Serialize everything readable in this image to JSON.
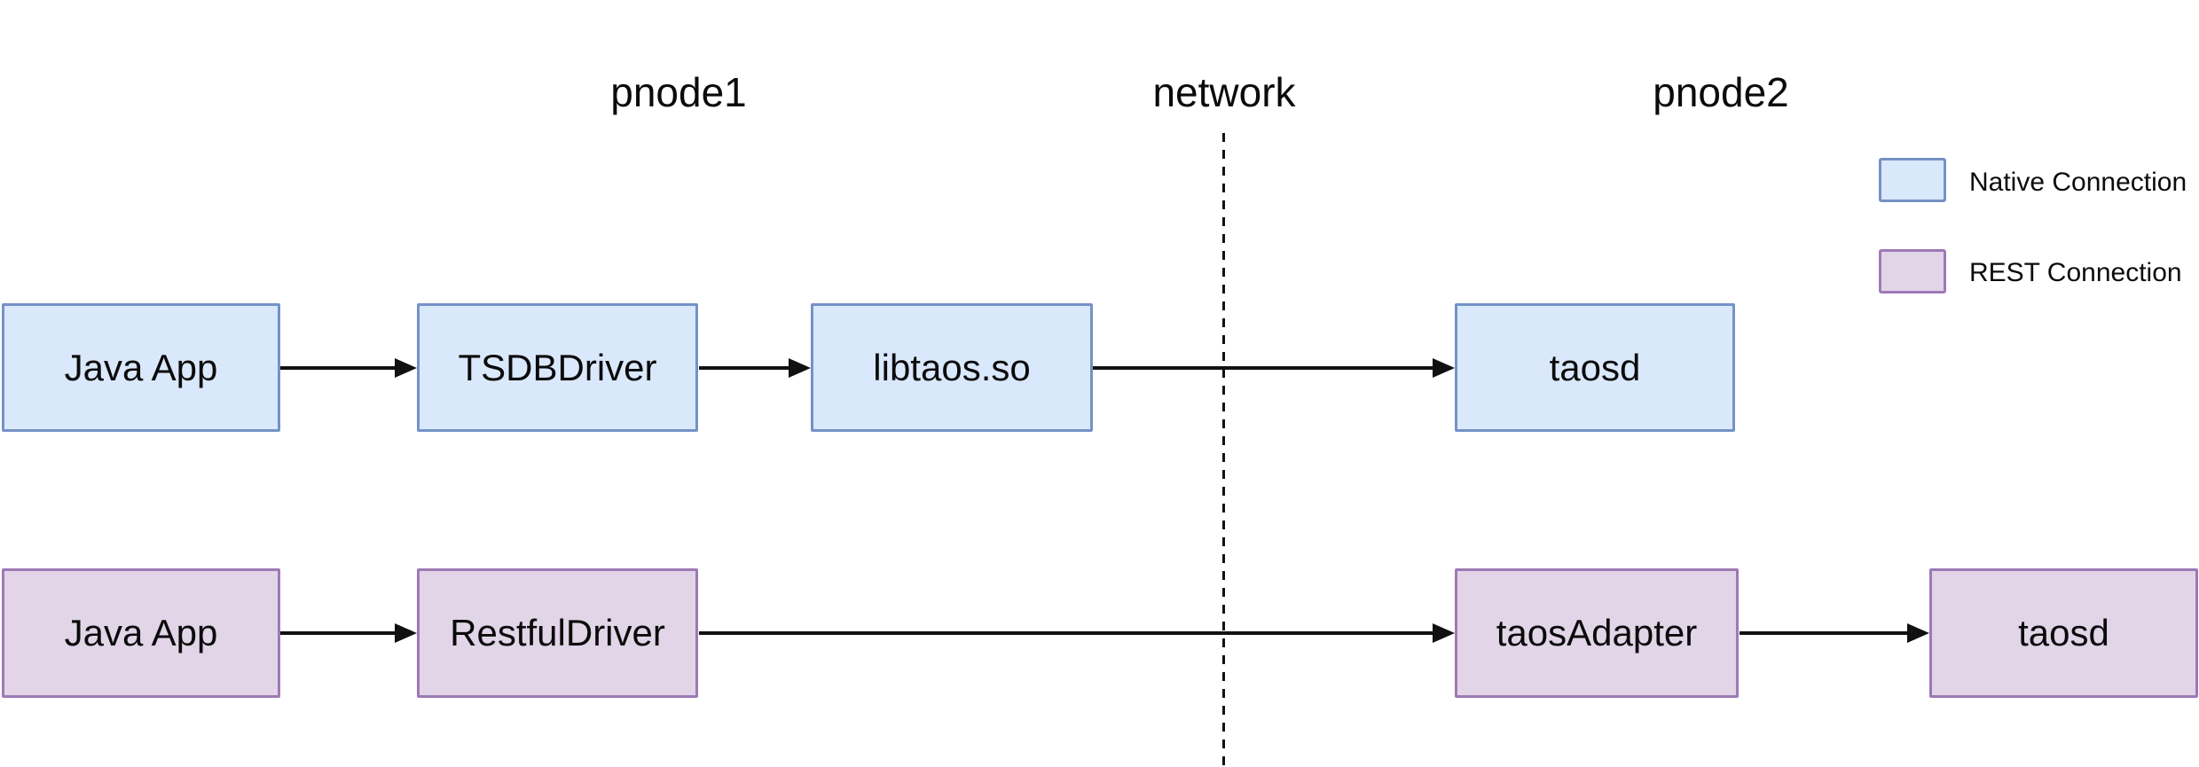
{
  "zones": {
    "pnode1": "pnode1",
    "network": "network",
    "pnode2": "pnode2"
  },
  "flows": {
    "native": {
      "java_app": "Java App",
      "tsdb_driver": "TSDBDriver",
      "libtaos": "libtaos.so",
      "taosd": "taosd"
    },
    "rest": {
      "java_app": "Java App",
      "restful_driver": "RestfulDriver",
      "taos_adapter": "taosAdapter",
      "taosd": "taosd"
    }
  },
  "legend": {
    "native": {
      "label": "Native Connection",
      "fill": "#dae8fc",
      "border": "#7392c7"
    },
    "rest": {
      "label": "REST Connection",
      "fill": "#e1d5e7",
      "border": "#9d79b5"
    }
  },
  "colors": {
    "arrow": "#111111",
    "text": "#0b0b0b",
    "background": "#ffffff"
  }
}
